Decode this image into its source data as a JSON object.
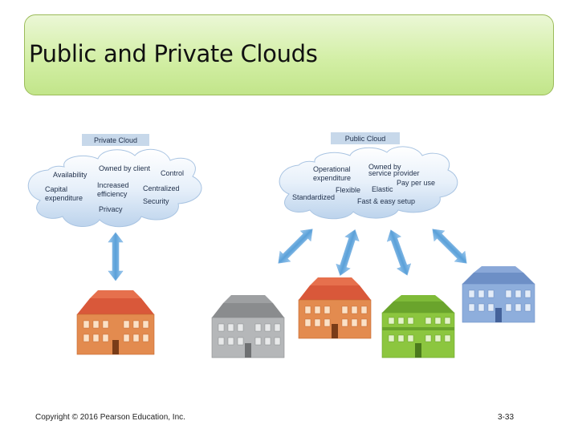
{
  "slide": {
    "title": "Public and Private Clouds",
    "copyright": "Copyright © 2016 Pearson Education, Inc.",
    "page_number": "3-33"
  },
  "private_cloud": {
    "label": "Private Cloud",
    "terms": {
      "owned_by_client": "Owned by client",
      "availability": "Availability",
      "control": "Control",
      "capital": "Capital",
      "expenditure": "expenditure",
      "increased": "Increased",
      "efficiency": "efficiency",
      "centralized": "Centralized",
      "security": "Security",
      "privacy": "Privacy"
    }
  },
  "public_cloud": {
    "label": "Public Cloud",
    "terms": {
      "operational": "Operational",
      "expenditure": "expenditure",
      "owned_by": "Owned by",
      "service_provider": "service provider",
      "pay_per_use": "Pay per use",
      "flexible": "Flexible",
      "elastic": "Elastic",
      "standardized": "Standardized",
      "fast_setup": "Fast & easy setup"
    }
  },
  "colors": {
    "title_green": "#d3efa6",
    "title_border": "#9bbb59",
    "label_bar": "#c7d8ea",
    "cloud_fill": "#dce9f7",
    "arrow_blue": "#5aa0d8",
    "building_orange": "#e38b4f",
    "building_gray": "#a5a7a9",
    "building_green": "#8cc63f",
    "building_blue": "#8eaedc"
  }
}
